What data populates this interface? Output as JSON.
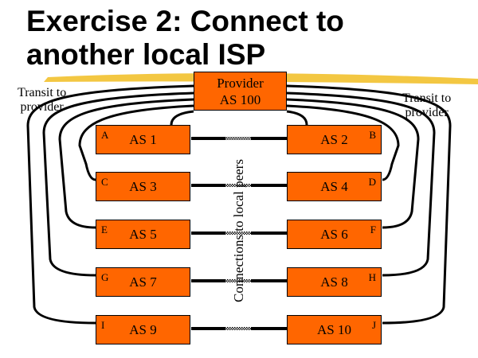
{
  "title_line1": "Exercise 2: Connect to",
  "title_line2": "another local ISP",
  "provider": {
    "line1": "Provider",
    "line2": "AS 100"
  },
  "transit_left": {
    "line1": "Transit to",
    "line2": "provider"
  },
  "transit_right": {
    "line1": "Transit to",
    "line2": "provider"
  },
  "peers_label": "Connections to local peers",
  "left": [
    {
      "name": "AS 1",
      "letter": "A"
    },
    {
      "name": "AS 3",
      "letter": "C"
    },
    {
      "name": "AS 5",
      "letter": "E"
    },
    {
      "name": "AS 7",
      "letter": "G"
    },
    {
      "name": "AS 9",
      "letter": "I"
    }
  ],
  "right": [
    {
      "name": "AS 2",
      "letter": "B"
    },
    {
      "name": "AS 4",
      "letter": "D"
    },
    {
      "name": "AS 6",
      "letter": "F"
    },
    {
      "name": "AS 8",
      "letter": "H"
    },
    {
      "name": "AS 10",
      "letter": "J"
    }
  ],
  "colors": {
    "box": "#ff6600",
    "highlight": "#f2c12e"
  }
}
